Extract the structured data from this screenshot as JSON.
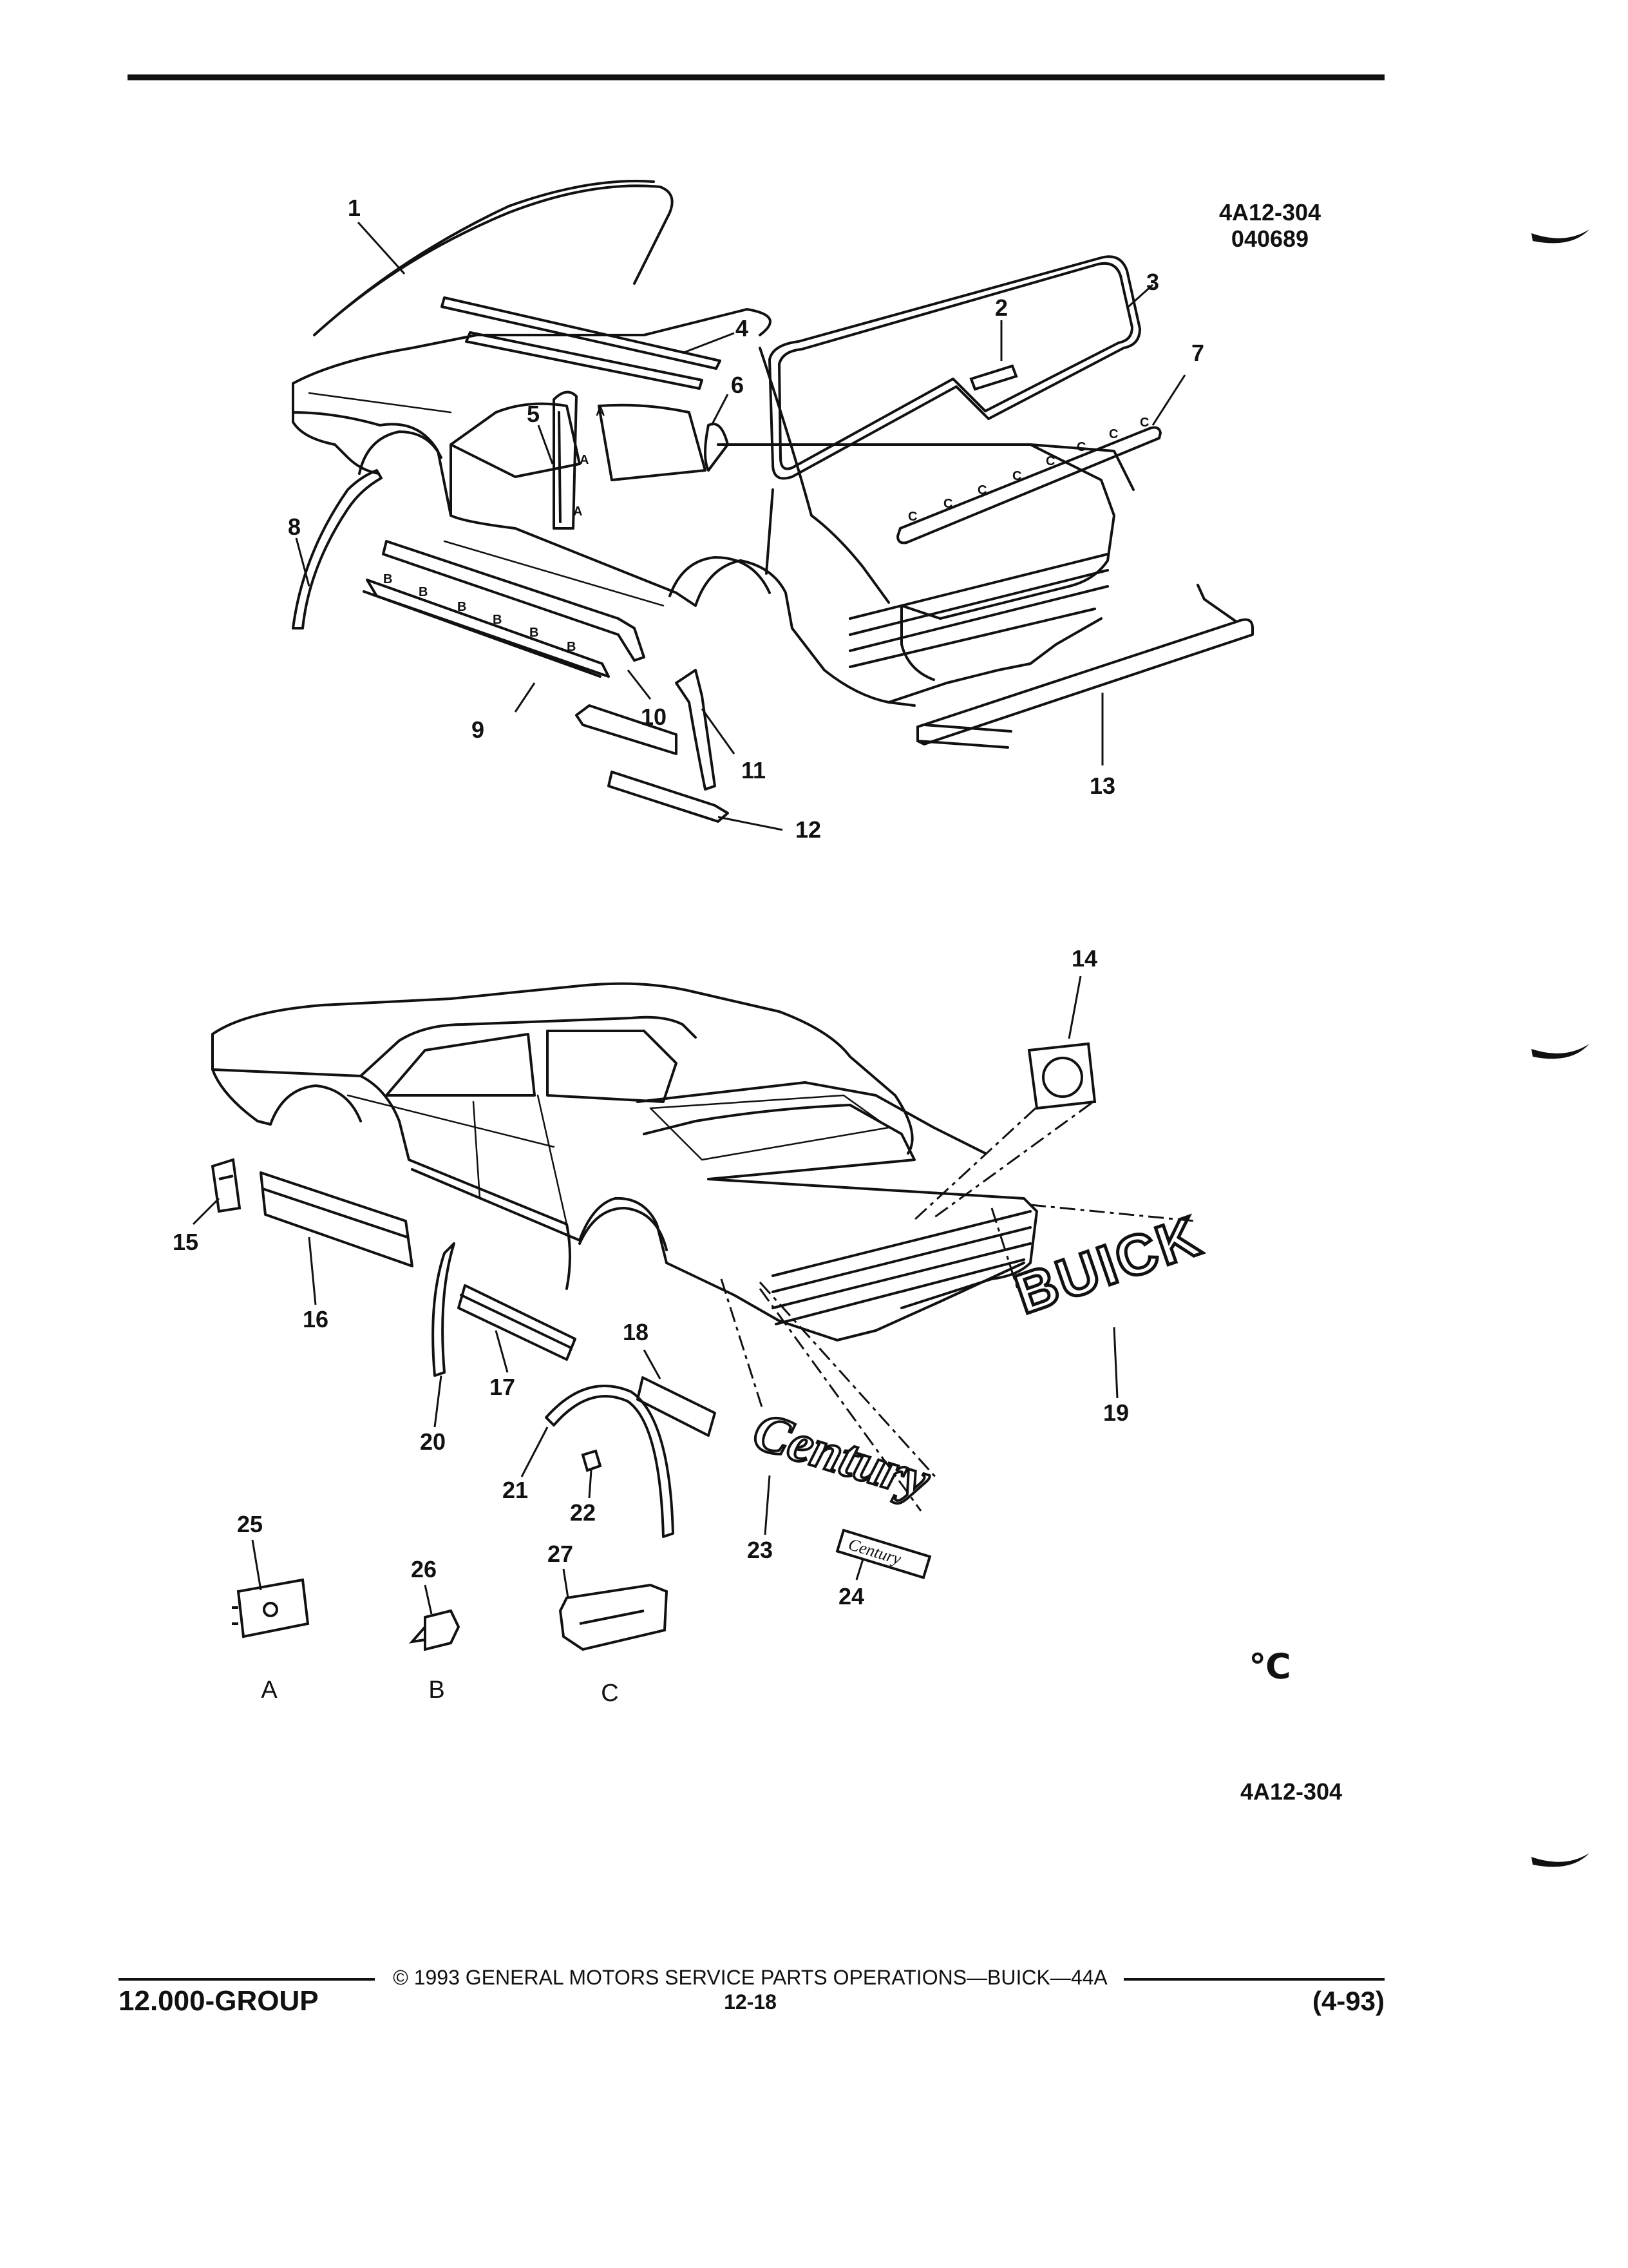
{
  "figure": {
    "top_ref_id": "4A12-304",
    "top_ref_date": "040689",
    "bottom_ref_id": "4A12-304",
    "publisher_mark": "℃"
  },
  "callouts": {
    "top": [
      "1",
      "2",
      "3",
      "4",
      "5",
      "6",
      "7",
      "8",
      "9",
      "10",
      "11",
      "12",
      "13"
    ],
    "bottom": [
      "14",
      "15",
      "16",
      "17",
      "18",
      "19",
      "20",
      "21",
      "22",
      "23",
      "24",
      "25",
      "26",
      "27"
    ]
  },
  "fastener_letters": [
    "A",
    "B",
    "C"
  ],
  "location_marks": {
    "a": "A",
    "b": "B",
    "c": "C"
  },
  "emblems": {
    "buick": "BUICK",
    "century": "Century",
    "small": "Century"
  },
  "footer": {
    "group": "12.000-GROUP",
    "copyright": "© 1993 GENERAL MOTORS SERVICE PARTS OPERATIONS—BUICK—44A",
    "page": "12-18",
    "revision": "(4-93)"
  }
}
